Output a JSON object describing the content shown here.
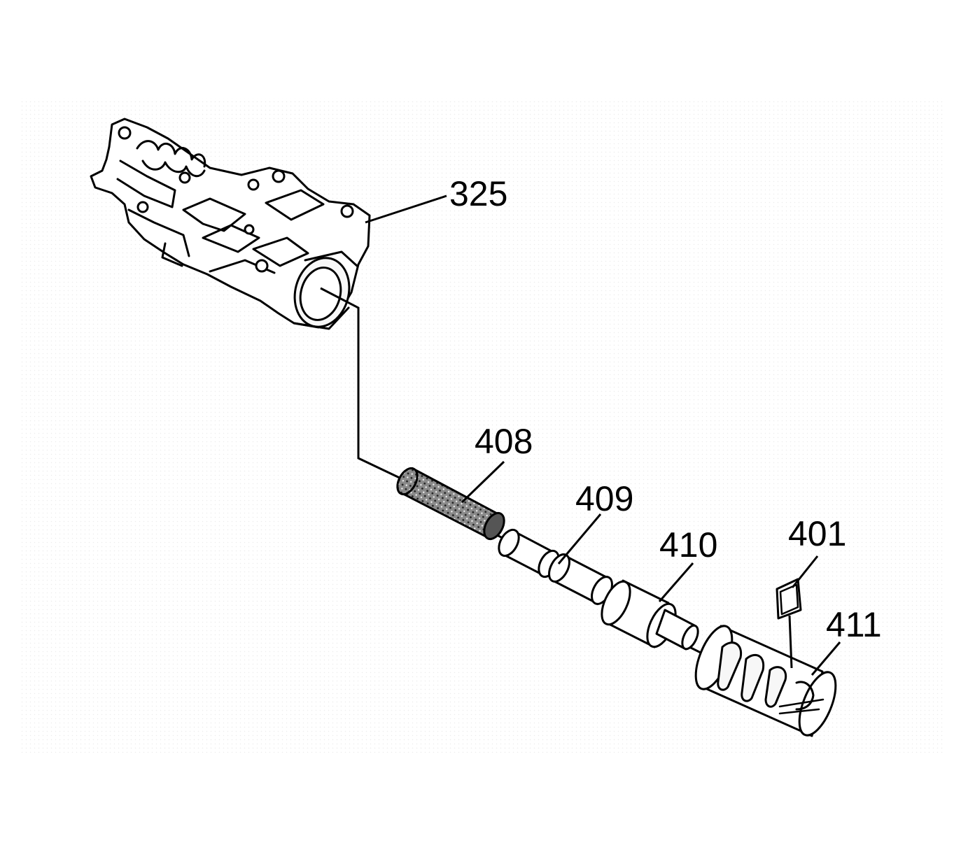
{
  "diagram": {
    "callouts": {
      "c325": "325",
      "c408": "408",
      "c409": "409",
      "c410": "410",
      "c401": "401",
      "c411": "411"
    }
  }
}
